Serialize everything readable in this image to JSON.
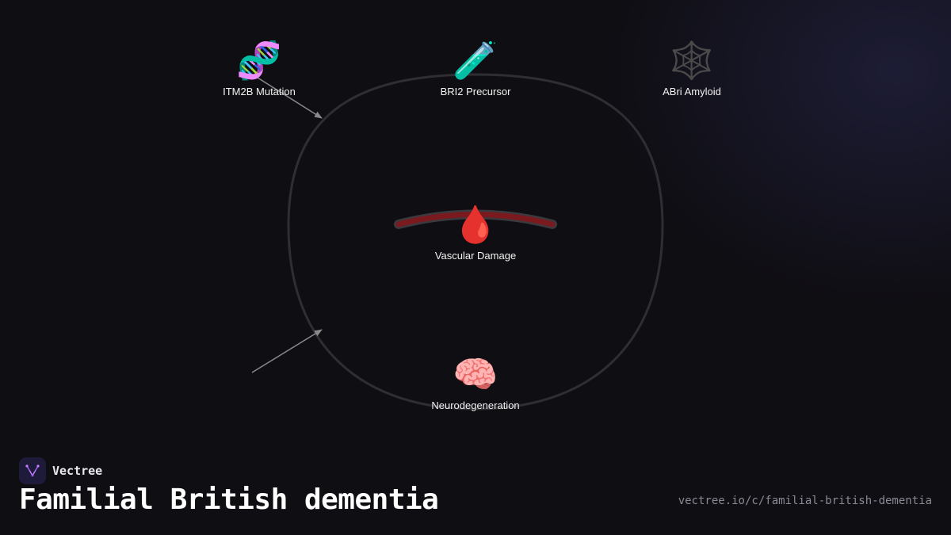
{
  "diagram": {
    "nodes": [
      {
        "id": "itm2b",
        "label": "ITM2B Mutation",
        "icon": "dna-icon",
        "glyph": "🧬"
      },
      {
        "id": "bri2",
        "label": "BRI2 Precursor",
        "icon": "test-tube-icon",
        "glyph": "🧪"
      },
      {
        "id": "abri",
        "label": "ABri Amyloid",
        "icon": "spider-web-icon",
        "glyph": "🕸️"
      },
      {
        "id": "vascular",
        "label": "Vascular Damage",
        "icon": "blood-drop-icon",
        "glyph": "🩸"
      },
      {
        "id": "neuro",
        "label": "Neurodegeneration",
        "icon": "brain-icon",
        "glyph": "🧠"
      }
    ],
    "colors": {
      "background": "#0f0e13",
      "loop": "#2f2f33",
      "arrow": "#8a8a8a",
      "vessel": "#7a1a1f"
    }
  },
  "footer": {
    "brand": "Vectree",
    "title": "Familial British dementia",
    "url": "vectree.io/c/familial-british-dementia"
  }
}
